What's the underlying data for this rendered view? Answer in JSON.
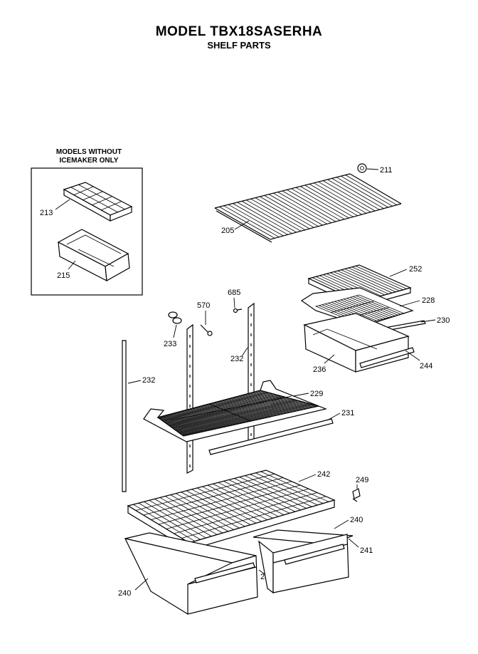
{
  "header": {
    "title": "MODEL TBX18SASERHA",
    "subtitle": "SHELF PARTS"
  },
  "inset_box": {
    "line1": "MODELS WITHOUT",
    "line2": "ICEMAKER ONLY"
  },
  "callouts": {
    "p211": "211",
    "p205": "205",
    "p213": "213",
    "p215": "215",
    "p252": "252",
    "p228": "228",
    "p230": "230",
    "p236": "236",
    "p244": "244",
    "p570": "570",
    "p685": "685",
    "p233": "233",
    "p232a": "232",
    "p232b": "232",
    "p229": "229",
    "p231": "231",
    "p242": "242",
    "p249": "249",
    "p240a": "240",
    "p241a": "241",
    "p240b": "240",
    "p241b": "241"
  }
}
